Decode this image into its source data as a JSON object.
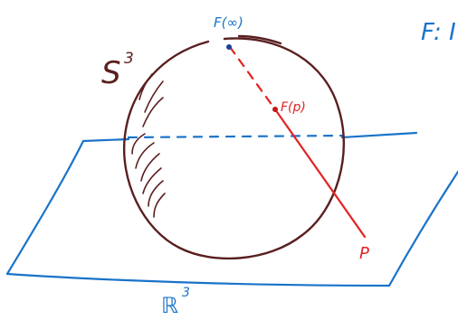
{
  "colors": {
    "background": "#ffffff",
    "sphere": "#5a1f1f",
    "plane": "#1a73c9",
    "projection": "#e32323",
    "labels_blue": "#1a73c9"
  },
  "labels": {
    "sphere": "S",
    "sphere_exp": "3",
    "space": "ℝ",
    "space_exp": "3",
    "north_pole": "F(∞)",
    "image_point": "F(p)",
    "point": "P",
    "map_fragment": "F: I"
  }
}
